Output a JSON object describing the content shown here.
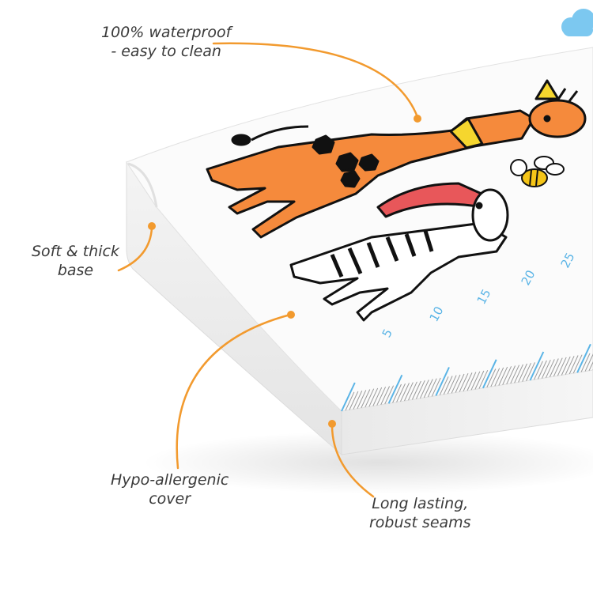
{
  "callouts": {
    "waterproof": {
      "line1": "100% waterproof",
      "line2": "- easy to clean"
    },
    "base": {
      "line1": "Soft & thick",
      "line2": "base"
    },
    "cover": {
      "line1": "Hypo-allergenic",
      "line2": "cover"
    },
    "seams": {
      "line1": "Long lasting,",
      "line2": "robust seams"
    }
  },
  "ruler": {
    "labels": [
      "5",
      "10",
      "15",
      "20",
      "25"
    ]
  },
  "colors": {
    "accent": "#f29a2e",
    "giraffe": "#f58a3c",
    "ruler_blue": "#5ab4e6",
    "cloud": "#7cc8f0",
    "bee": "#f5c518",
    "zebra_mane": "#e8575a",
    "text": "#3a3a3a"
  },
  "illustrations": [
    "giraffe",
    "zebra",
    "bee",
    "cloud"
  ]
}
